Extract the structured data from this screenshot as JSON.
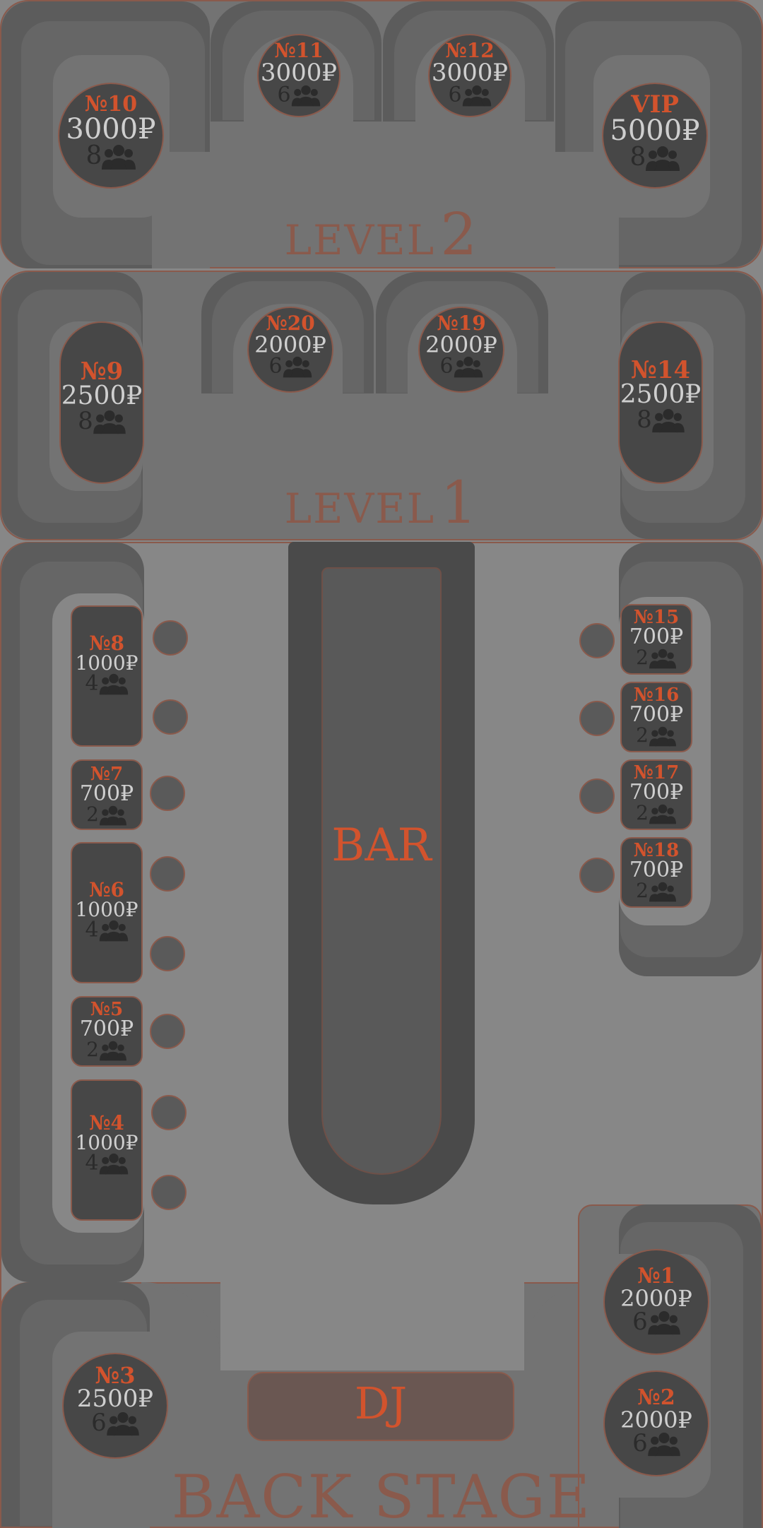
{
  "zones": {
    "level2": {
      "label": "LEVEL",
      "num": "2"
    },
    "level1": {
      "label": "LEVEL",
      "num": "1"
    },
    "backstage": {
      "label": "BACK STAGE"
    }
  },
  "bar": {
    "label": "BAR"
  },
  "dj": {
    "label": "DJ"
  },
  "tables": {
    "t10": {
      "no": "№10",
      "price": "3000₽",
      "cap": "8"
    },
    "t11": {
      "no": "№11",
      "price": "3000₽",
      "cap": "6"
    },
    "t12": {
      "no": "№12",
      "price": "3000₽",
      "cap": "6"
    },
    "vip": {
      "no": "VIP",
      "price": "5000₽",
      "cap": "8"
    },
    "t9": {
      "no": "№9",
      "price": "2500₽",
      "cap": "8"
    },
    "t20": {
      "no": "№20",
      "price": "2000₽",
      "cap": "6"
    },
    "t19": {
      "no": "№19",
      "price": "2000₽",
      "cap": "6"
    },
    "t14": {
      "no": "№14",
      "price": "2500₽",
      "cap": "8"
    },
    "t8": {
      "no": "№8",
      "price": "1000₽",
      "cap": "4"
    },
    "t7": {
      "no": "№7",
      "price": "700₽",
      "cap": "2"
    },
    "t6": {
      "no": "№6",
      "price": "1000₽",
      "cap": "4"
    },
    "t5": {
      "no": "№5",
      "price": "700₽",
      "cap": "2"
    },
    "t4": {
      "no": "№4",
      "price": "1000₽",
      "cap": "4"
    },
    "t15": {
      "no": "№15",
      "price": "700₽",
      "cap": "2"
    },
    "t16": {
      "no": "№16",
      "price": "700₽",
      "cap": "2"
    },
    "t17": {
      "no": "№17",
      "price": "700₽",
      "cap": "2"
    },
    "t18": {
      "no": "№18",
      "price": "700₽",
      "cap": "2"
    },
    "t1": {
      "no": "№1",
      "price": "2000₽",
      "cap": "6"
    },
    "t2": {
      "no": "№2",
      "price": "2000₽",
      "cap": "6"
    },
    "t3": {
      "no": "№3",
      "price": "2500₽",
      "cap": "6"
    }
  },
  "icons": {
    "guests": "people-group-icon"
  },
  "colors": {
    "accent": "#d2532d",
    "zone_text": "#8a5a4c",
    "floor": "#878787",
    "zone": "#737373",
    "table": "#474747"
  }
}
